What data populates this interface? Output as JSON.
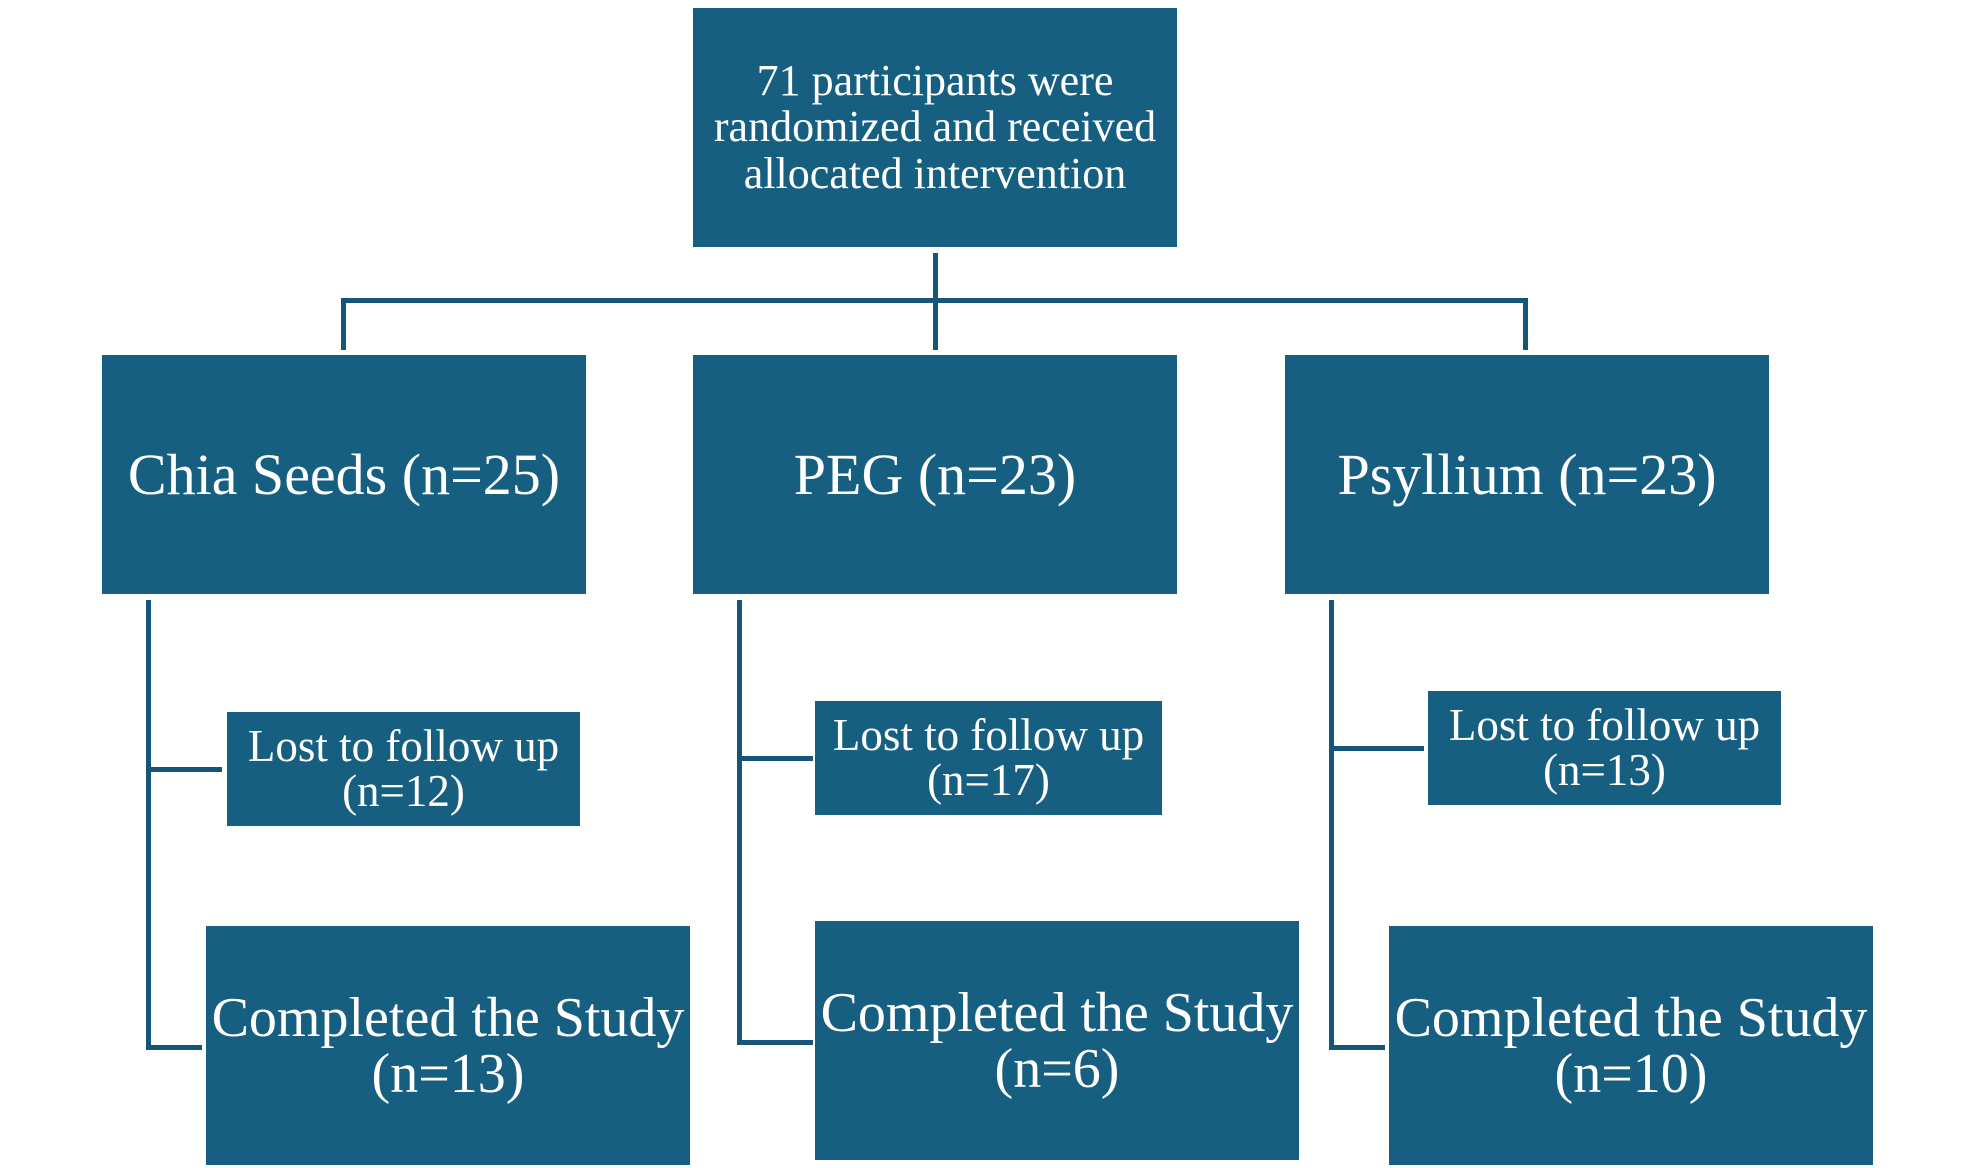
{
  "colors": {
    "box_fill": "#175f80",
    "box_text": "#ffffff",
    "connector": "#16557a",
    "background": "#ffffff"
  },
  "root": {
    "lines": [
      "71 participants were",
      "randomized and received",
      "allocated intervention"
    ]
  },
  "arms": [
    {
      "label": "Chia Seeds (n=25)",
      "lost": {
        "lines": [
          "Lost to follow up",
          "(n=12)"
        ]
      },
      "completed": {
        "lines": [
          "Completed the Study",
          "(n=13)"
        ]
      }
    },
    {
      "label": "PEG (n=23)",
      "lost": {
        "lines": [
          "Lost to follow up",
          "(n=17)"
        ]
      },
      "completed": {
        "lines": [
          "Completed the Study",
          "(n=6)"
        ]
      }
    },
    {
      "label": "Psyllium (n=23)",
      "lost": {
        "lines": [
          "Lost to follow up",
          "(n=13)"
        ]
      },
      "completed": {
        "lines": [
          "Completed the Study",
          "(n=10)"
        ]
      }
    }
  ]
}
